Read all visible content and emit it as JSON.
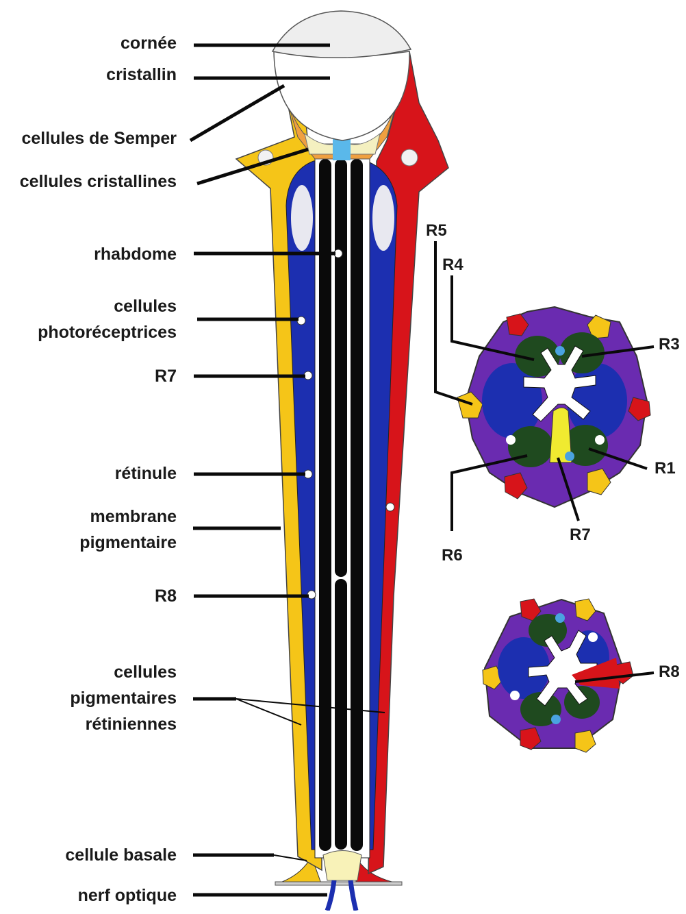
{
  "labels": {
    "cornee": "cornée",
    "cristallin": "cristallin",
    "semper": "cellules de Semper",
    "cristallines": "cellules cristallines",
    "rhabdome": "rhabdome",
    "photo_1": "cellules",
    "photo_2": "photoréceptrices",
    "r7_left": "R7",
    "retinule": "rétinule",
    "membrane_1": "membrane",
    "membrane_2": "pigmentaire",
    "r8_left": "R8",
    "pig_1": "cellules",
    "pig_2": "pigmentaires",
    "pig_3": "rétiniennes",
    "basale": "cellule basale",
    "nerf": "nerf optique"
  },
  "section_upper": {
    "r5": "R5",
    "r4": "R4",
    "r3": "R3",
    "r1": "R1",
    "r7": "R7",
    "r6": "R6"
  },
  "section_lower": {
    "r8": "R8"
  },
  "colors": {
    "yellow_cell": "#f5c518",
    "red_cell": "#d7141a",
    "blue_cell": "#1c2fb0",
    "rhabdomere": "#0a0a0a",
    "cone": "#f0a040",
    "lens": "#ffffff",
    "purple": "#6a2bb0",
    "dark_green": "#1f4a1f",
    "pale": "#f4f0c0",
    "light_blue": "#4aa3e0"
  }
}
